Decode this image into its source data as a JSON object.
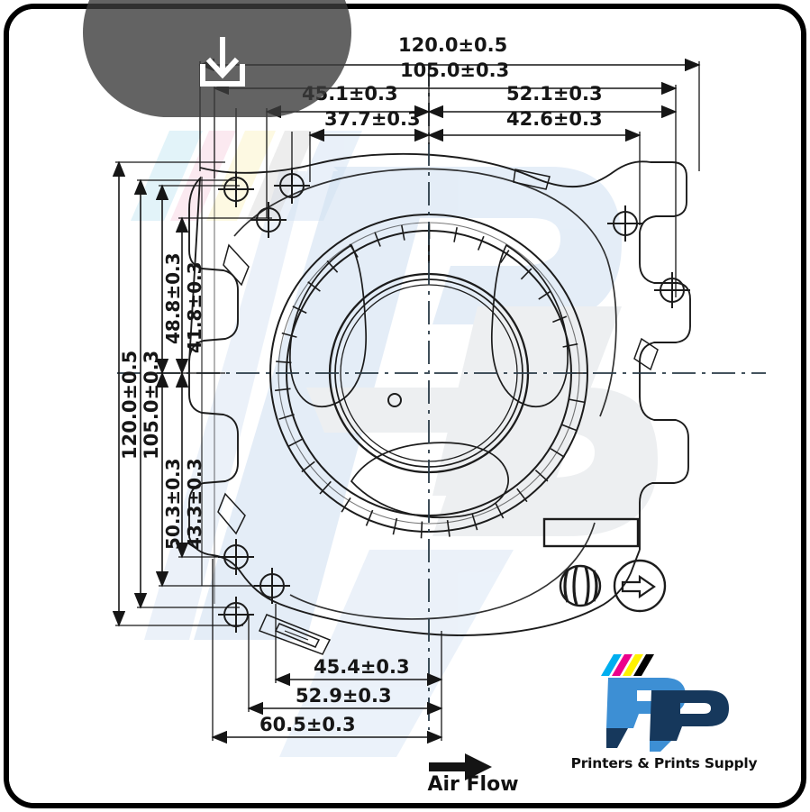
{
  "document": {
    "type": "engineering-drawing",
    "subject": "blower fan housing outline dimensional drawing",
    "airflow_label": "Air Flow",
    "units_note": ""
  },
  "overlay": {
    "download_icon": "download-icon",
    "visible": true
  },
  "brand": {
    "name": "Printers & Prints Supply",
    "logo_icon": "pp-logo-icon",
    "colors": {
      "light_blue": "#3d8fd4",
      "dark_navy": "#16385c",
      "cyan": "#00aeef",
      "magenta": "#ec008c",
      "yellow": "#fff200",
      "black": "#000000"
    }
  },
  "dimensions": {
    "top": [
      {
        "name": "overall-width",
        "value": "120.0±0.5"
      },
      {
        "name": "mounting-hole-span-width",
        "value": "105.0±0.3"
      },
      {
        "name": "top-left-offset",
        "value": "45.1±0.3"
      },
      {
        "name": "top-left-offset-inner",
        "value": "37.7±0.3"
      },
      {
        "name": "top-right-offset",
        "value": "52.1±0.3"
      },
      {
        "name": "top-right-offset-inner",
        "value": "42.6±0.3"
      }
    ],
    "left": [
      {
        "name": "overall-height",
        "value": "120.0±0.5"
      },
      {
        "name": "mounting-hole-span-height",
        "value": "105.0±0.3"
      },
      {
        "name": "upper-offset-outer",
        "value": "48.8±0.3"
      },
      {
        "name": "upper-offset-inner",
        "value": "41.8±0.3"
      },
      {
        "name": "lower-offset-outer",
        "value": "50.3±0.3"
      },
      {
        "name": "lower-offset-inner",
        "value": "43.3±0.3"
      }
    ],
    "bottom": [
      {
        "name": "bottom-offset-inner",
        "value": "45.4±0.3"
      },
      {
        "name": "bottom-offset-mid",
        "value": "52.9±0.3"
      },
      {
        "name": "bottom-offset-outer",
        "value": "60.5±0.3"
      }
    ]
  },
  "symbols": {
    "rotation_icon": "fan-rotation-icon",
    "direction_icon": "airflow-direction-icon",
    "label_plate": "blank-label-plate",
    "airflow_arrow": "arrow-right-icon"
  },
  "drawing_colors": {
    "line": "#1c1c1c",
    "watermark_blue": "#d8e6f4",
    "watermark_gray": "#dfe3e6"
  }
}
